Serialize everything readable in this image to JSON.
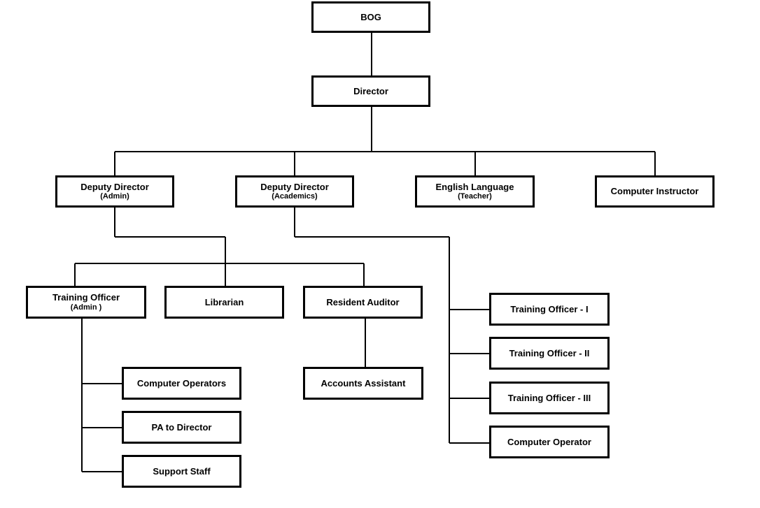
{
  "nodes": {
    "bog": {
      "title": "BOG"
    },
    "director": {
      "title": "Director"
    },
    "dd_admin": {
      "title": "Deputy Director",
      "sub": "(Admin)"
    },
    "dd_academics": {
      "title": "Deputy Director",
      "sub": "(Academics)"
    },
    "english": {
      "title": "English Language",
      "sub": "(Teacher)"
    },
    "comp_instructor": {
      "title": "Computer Instructor"
    },
    "to_admin": {
      "title": "Training Officer",
      "sub": "(Admin )"
    },
    "librarian": {
      "title": "Librarian"
    },
    "resident_auditor": {
      "title": "Resident Auditor"
    },
    "comp_operators": {
      "title": "Computer Operators"
    },
    "pa_director": {
      "title": "PA to Director"
    },
    "support_staff": {
      "title": "Support Staff"
    },
    "accounts_assistant": {
      "title": "Accounts Assistant"
    },
    "to_1": {
      "title": "Training Officer - I"
    },
    "to_2": {
      "title": "Training Officer - II"
    },
    "to_3": {
      "title": "Training Officer - III"
    },
    "comp_operator": {
      "title": "Computer Operator"
    }
  }
}
